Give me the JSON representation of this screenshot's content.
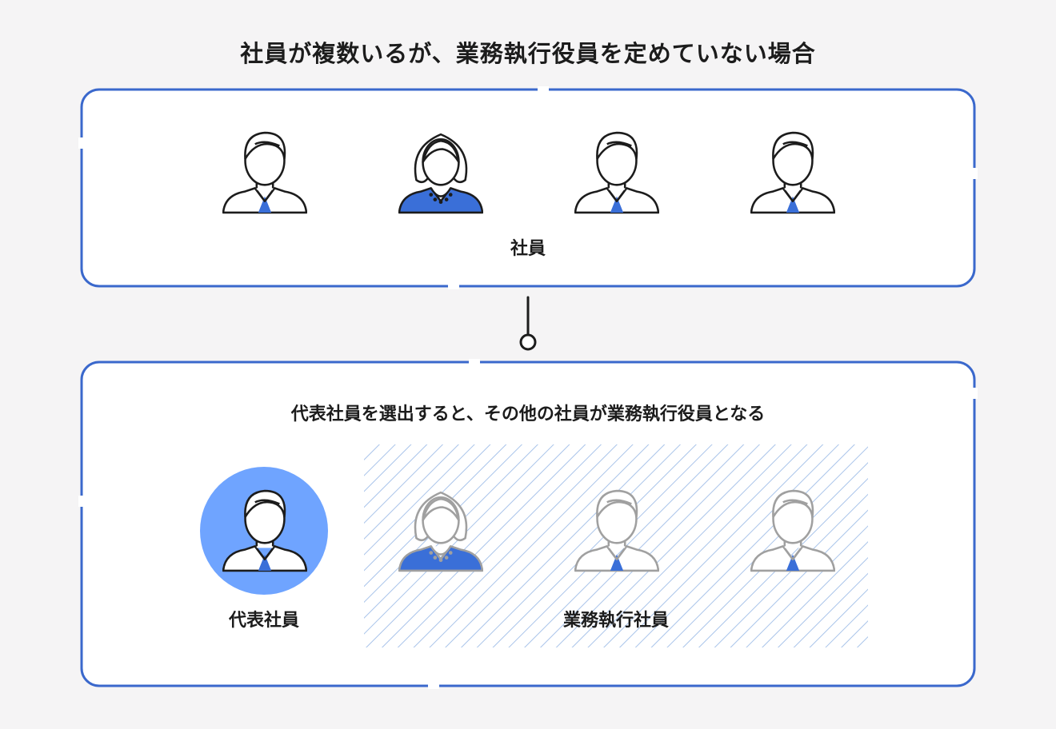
{
  "title": "社員が複数いるが、業務執行役員を定めていない場合",
  "top_box": {
    "label": "社員",
    "people": [
      {
        "type": "male",
        "icon": "male-employee-icon"
      },
      {
        "type": "female",
        "icon": "female-employee-icon"
      },
      {
        "type": "male",
        "icon": "male-employee-icon"
      },
      {
        "type": "male",
        "icon": "male-employee-icon"
      }
    ]
  },
  "bottom_box": {
    "caption": "代表社員を選出すると、その他の社員が業務執行役員となる",
    "representative": {
      "label": "代表社員",
      "icon": "male-employee-icon"
    },
    "executives": {
      "label": "業務執行社員",
      "people": [
        {
          "type": "female",
          "icon": "female-employee-icon"
        },
        {
          "type": "male",
          "icon": "male-employee-icon"
        },
        {
          "type": "male",
          "icon": "male-employee-icon"
        }
      ]
    }
  },
  "colors": {
    "accent": "#3a6fd8",
    "frame": "#3a68cc",
    "highlight": "#6fa4ff",
    "hatch": "#a9c4ea",
    "background": "#f5f4f5"
  }
}
